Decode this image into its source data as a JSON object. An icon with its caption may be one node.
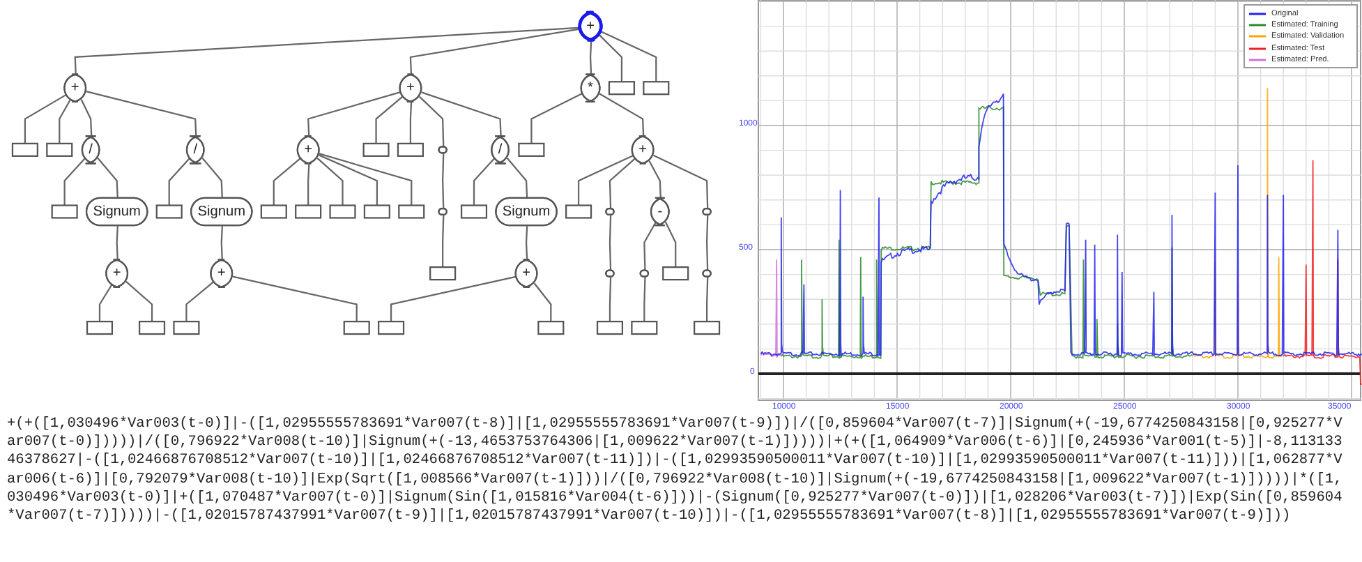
{
  "diagram": {
    "nodes": [
      {
        "text": [
          "+"
        ]
      },
      {
        "text": [
          "+"
        ]
      },
      {
        "text": [
          "+"
        ]
      },
      {
        "text": [
          "*"
        ]
      },
      {
        "text": [],
        "shape": "box"
      },
      {
        "text": [],
        "shape": "box"
      },
      {
        "text": [],
        "shape": "box"
      },
      {
        "text": [],
        "shape": "box"
      },
      {
        "text": [
          "/"
        ]
      },
      {
        "text": [
          "/"
        ]
      },
      {
        "text": [
          "+"
        ]
      },
      {
        "text": [],
        "shape": "box"
      },
      {
        "text": [],
        "shape": "box"
      },
      {
        "text": [],
        "shape": "ellipse"
      },
      {
        "text": [
          "/"
        ]
      },
      {
        "text": [],
        "shape": "box"
      },
      {
        "text": [
          "+"
        ]
      },
      {
        "text": [],
        "shape": "box"
      },
      {
        "text": [
          "Signum"
        ]
      },
      {
        "text": [],
        "shape": "box"
      },
      {
        "text": [
          "Signum"
        ]
      },
      {
        "text": [],
        "shape": "box"
      },
      {
        "text": [],
        "shape": "box"
      },
      {
        "text": [],
        "shape": "box"
      },
      {
        "text": [],
        "shape": "box"
      },
      {
        "text": [],
        "shape": "box"
      },
      {
        "text": [],
        "shape": "ellipse"
      },
      {
        "text": [],
        "shape": "box"
      },
      {
        "text": [
          "Signum"
        ]
      },
      {
        "text": [],
        "shape": "box"
      },
      {
        "text": [],
        "shape": "ellipse"
      },
      {
        "text": [
          "-"
        ]
      },
      {
        "text": [],
        "shape": "ellipse"
      },
      {
        "text": [
          "+"
        ]
      },
      {
        "text": [
          "+"
        ]
      },
      {
        "text": [],
        "shape": "box"
      },
      {
        "text": [
          "+"
        ]
      },
      {
        "text": [],
        "shape": "ellipse"
      },
      {
        "text": [],
        "shape": "ellipse"
      },
      {
        "text": [],
        "shape": "box"
      },
      {
        "text": [],
        "shape": "ellipse"
      },
      {
        "text": [],
        "shape": "box"
      },
      {
        "text": [],
        "shape": "box"
      },
      {
        "text": [],
        "shape": "box"
      },
      {
        "text": [],
        "shape": "box"
      },
      {
        "text": [],
        "shape": "box"
      },
      {
        "text": [],
        "shape": "box"
      },
      {
        "text": [],
        "shape": "box"
      },
      {
        "text": [],
        "shape": "box"
      },
      {
        "text": [],
        "shape": "box"
      }
    ],
    "edges": [
      {
        "from": 0,
        "to": 1,
        "arrow": "none"
      },
      {
        "from": 0,
        "to": 2,
        "arrow": "none"
      },
      {
        "from": 0,
        "to": 3,
        "arrow": "none"
      },
      {
        "from": 0,
        "to": 4,
        "arrow": "none"
      },
      {
        "from": 0,
        "to": 5,
        "arrow": "none"
      },
      {
        "from": 1,
        "to": 6,
        "arrow": "none"
      },
      {
        "from": 1,
        "to": 7,
        "arrow": "none"
      },
      {
        "from": 1,
        "to": 8,
        "arrow": "none"
      },
      {
        "from": 1,
        "to": 9,
        "arrow": "none"
      },
      {
        "from": 2,
        "to": 10,
        "arrow": "none"
      },
      {
        "from": 2,
        "to": 11,
        "arrow": "none"
      },
      {
        "from": 2,
        "to": 12,
        "arrow": "none"
      },
      {
        "from": 2,
        "to": 13,
        "arrow": "none"
      },
      {
        "from": 2,
        "to": 14,
        "arrow": "none"
      },
      {
        "from": 3,
        "to": 15,
        "arrow": "none"
      },
      {
        "from": 3,
        "to": 16,
        "arrow": "none"
      },
      {
        "from": 8,
        "to": 17,
        "arrow": "none"
      },
      {
        "from": 8,
        "to": 18,
        "arrow": "none"
      },
      {
        "from": 9,
        "to": 19,
        "arrow": "none"
      },
      {
        "from": 9,
        "to": 20,
        "arrow": "none"
      },
      {
        "from": 10,
        "to": 21,
        "arrow": "none"
      },
      {
        "from": 10,
        "to": 22,
        "arrow": "none"
      },
      {
        "from": 10,
        "to": 23,
        "arrow": "none"
      },
      {
        "from": 10,
        "to": 24,
        "arrow": "none"
      },
      {
        "from": 10,
        "to": 25,
        "arrow": "none"
      },
      {
        "from": 13,
        "to": 26,
        "arrow": "none"
      },
      {
        "from": 14,
        "to": 27,
        "arrow": "none"
      },
      {
        "from": 14,
        "to": 28,
        "arrow": "none"
      },
      {
        "from": 16,
        "to": 29,
        "arrow": "none"
      },
      {
        "from": 16,
        "to": 30,
        "arrow": "none"
      },
      {
        "from": 16,
        "to": 31,
        "arrow": "none"
      },
      {
        "from": 16,
        "to": 32,
        "arrow": "none"
      },
      {
        "from": 18,
        "to": 33,
        "arrow": "none"
      },
      {
        "from": 20,
        "to": 34,
        "arrow": "none"
      },
      {
        "from": 26,
        "to": 35,
        "arrow": "none"
      },
      {
        "from": 28,
        "to": 36,
        "arrow": "none"
      },
      {
        "from": 30,
        "to": 37,
        "arrow": "none"
      },
      {
        "from": 31,
        "to": 38,
        "arrow": "none"
      },
      {
        "from": 31,
        "to": 39,
        "arrow": "none"
      },
      {
        "from": 32,
        "to": 40,
        "arrow": "none"
      },
      {
        "from": 33,
        "to": 41,
        "arrow": "none"
      },
      {
        "from": 33,
        "to": 42,
        "arrow": "none"
      },
      {
        "from": 34,
        "to": 43,
        "arrow": "none"
      },
      {
        "from": 34,
        "to": 44,
        "arrow": "none"
      },
      {
        "from": 36,
        "to": 45,
        "arrow": "none"
      },
      {
        "from": 36,
        "to": 46,
        "arrow": "none"
      },
      {
        "from": 37,
        "to": 47,
        "arrow": "none"
      },
      {
        "from": 38,
        "to": 48,
        "arrow": "none"
      },
      {
        "from": 40,
        "to": 49,
        "arrow": "none"
      }
    ],
    "labels": [
      "1000",
      "500",
      "0",
      "10000",
      "15000",
      "20000",
      "25000",
      "30000",
      "35000",
      "+(+([1,030496*Var003(t-0)]|-([1,02955555783691*Var007(t-8)]|[1,02955555783691*Var007(t-9)])|/([0,859604*Var007(t-7)]|Signum(+(-19,6774250843158|[0,925277*Var007(t-0)]))))|/([0,796922*Var008(t-10)]|Signum(+(-13,4653753764306|[1,009622*Var007(t-1)]))))|+(+([1,064909*Var006(t-6)]|[0,245936*Var001(t-5)]|-8,11313346378627|-([1,02466876708512*Var007(t-10)]|[1,02466876708512*Var007(t-11)])|-([1,02993590500011*Var007(t-10)]|[1,02993590500011*Var007(t-11)]))|[1,062877*Var006(t-6)]|[0,792079*Var008(t-10)]|Exp(Sqrt([1,008566*Var007(t-1)]))|/([0,796922*Var008(t-10)]|Signum(+(-19,6774250843158|[1,009622*Var007(t-1)]))))|*([1,030496*Var003(t-0)]|+([1,070487*Var007(t-0)]|Signum(Sin([1,015816*Var004(t-6)]))|-(Signum([0,925277*Var007(t-0)])|[1,028206*Var003(t-7)])|Exp(Sin([0,859604*Var007(t-7)]))))|-([1,02015787437991*Var007(t-9)]|[1,02015787437991*Var007(t-10)])|-([1,02955555783691*Var007(t-8)]|[1,02955555783691*Var007(t-9)]))"
    ],
    "legend": [
      {
        "text": "Original"
      },
      {
        "text": "Estimated: Training"
      },
      {
        "text": "Estimated: Validation"
      },
      {
        "text": "Estimated: Test"
      },
      {
        "text": "Estimated: Pred."
      }
    ]
  }
}
